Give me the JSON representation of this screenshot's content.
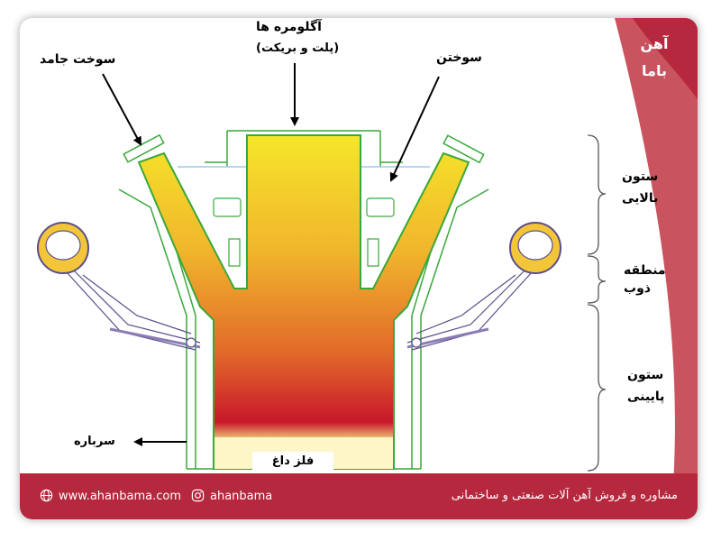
{
  "labels": {
    "top_feed_line1": "آگلومره ها",
    "top_feed_line2": "(پلت و بریکت)",
    "solid_fuel": "سوخت جامد",
    "fuel": "سوختن",
    "slag": "سرباره",
    "hot_metal": "فلز داغ"
  },
  "zones": {
    "upper_line1": "ستون",
    "upper_line2": "بالایی",
    "melting_line1": "منطقه",
    "melting_line2": "ذوب",
    "lower_line1": "ستون",
    "lower_line2": "پایینی"
  },
  "brand": {
    "logo_text": "آهن باما",
    "website": "www.ahanbama.com",
    "instagram": "ahanbama",
    "slogan": "مشاوره و فروش آهن آلات صنعتی و ساختمانی"
  },
  "colors": {
    "brand_red": "#b5283d",
    "outline_green": "#39a83a",
    "gradient_top": "#f5e62a",
    "gradient_mid": "#e98a28",
    "gradient_bottom": "#c8182a",
    "hearth_light": "#fdf7c8"
  },
  "icons": {
    "web": "globe-icon",
    "instagram": "instagram-icon"
  }
}
